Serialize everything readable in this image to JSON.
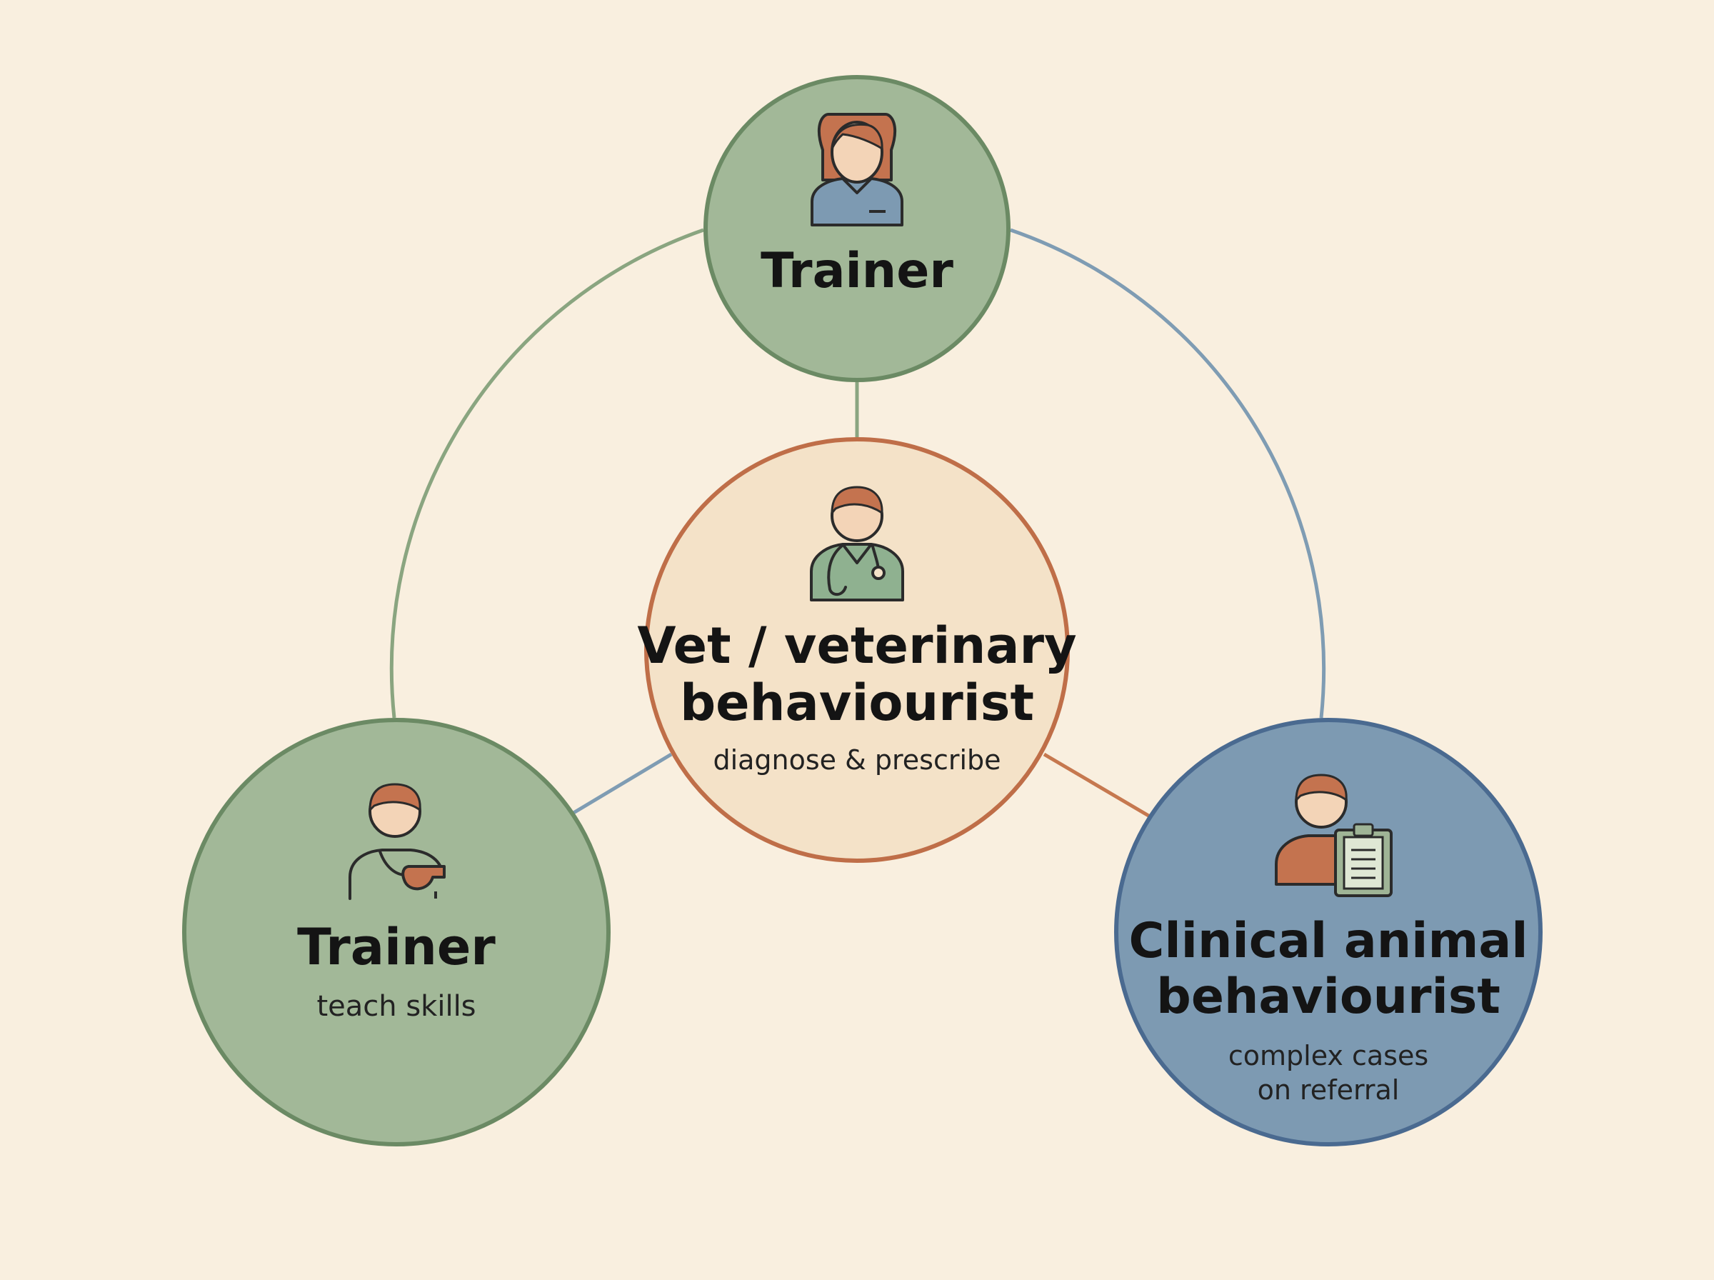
{
  "colors": {
    "background": "#f9efdf",
    "green_fill": "#a2b898",
    "green_stroke": "#6b8a64",
    "peach_fill": "#f4e2c8",
    "peach_stroke": "#bf6e48",
    "blue_fill": "#7d9ab2",
    "blue_stroke": "#4a6a90",
    "green_line": "#8aa580",
    "blue_line": "#7f9cb3",
    "orange_line": "#c6784f",
    "skin": "#f3d4b7",
    "hair": "#c4734f",
    "outline": "#2b2b2b"
  },
  "nodes": {
    "top": {
      "title": "Trainer",
      "icon": "woman-icon"
    },
    "center": {
      "title_line1": "Vet / veterinary",
      "title_line2": "behaviourist",
      "subtitle": "diagnose & prescribe",
      "icon": "vet-with-stethoscope-icon"
    },
    "left": {
      "title": "Trainer",
      "subtitle": "teach skills",
      "icon": "trainer-with-whistle-icon"
    },
    "right": {
      "title_line1": "Clinical animal",
      "title_line2": "behaviourist",
      "subtitle_line1": "complex cases",
      "subtitle_line2": "on referral",
      "icon": "behaviourist-with-clipboard-icon"
    }
  }
}
